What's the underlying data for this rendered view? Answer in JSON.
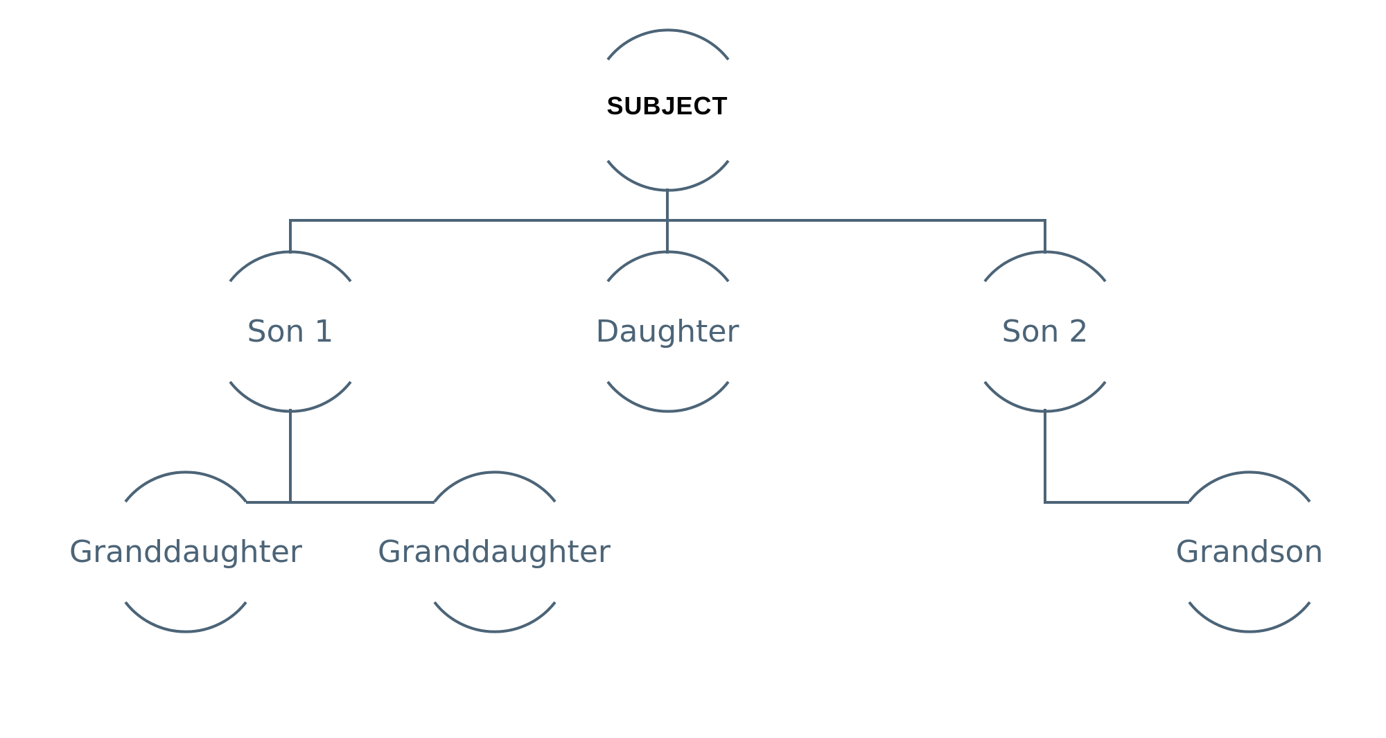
{
  "diagram": {
    "colors": {
      "line": "#4c6477",
      "label": "#4c6477",
      "subject_label": "#000000",
      "background": "#ffffff"
    },
    "nodes": {
      "subject": "SUBJECT",
      "son1": "Son 1",
      "daughter": "Daughter",
      "son2": "Son 2",
      "granddaughter1": "Granddaughter",
      "granddaughter2": "Granddaughter",
      "grandson": "Grandson"
    },
    "relations": [
      {
        "parent": "subject",
        "child": "son1"
      },
      {
        "parent": "subject",
        "child": "daughter"
      },
      {
        "parent": "subject",
        "child": "son2"
      },
      {
        "parent": "son1",
        "child": "granddaughter1"
      },
      {
        "parent": "son1",
        "child": "granddaughter2"
      },
      {
        "parent": "son2",
        "child": "grandson"
      }
    ]
  }
}
